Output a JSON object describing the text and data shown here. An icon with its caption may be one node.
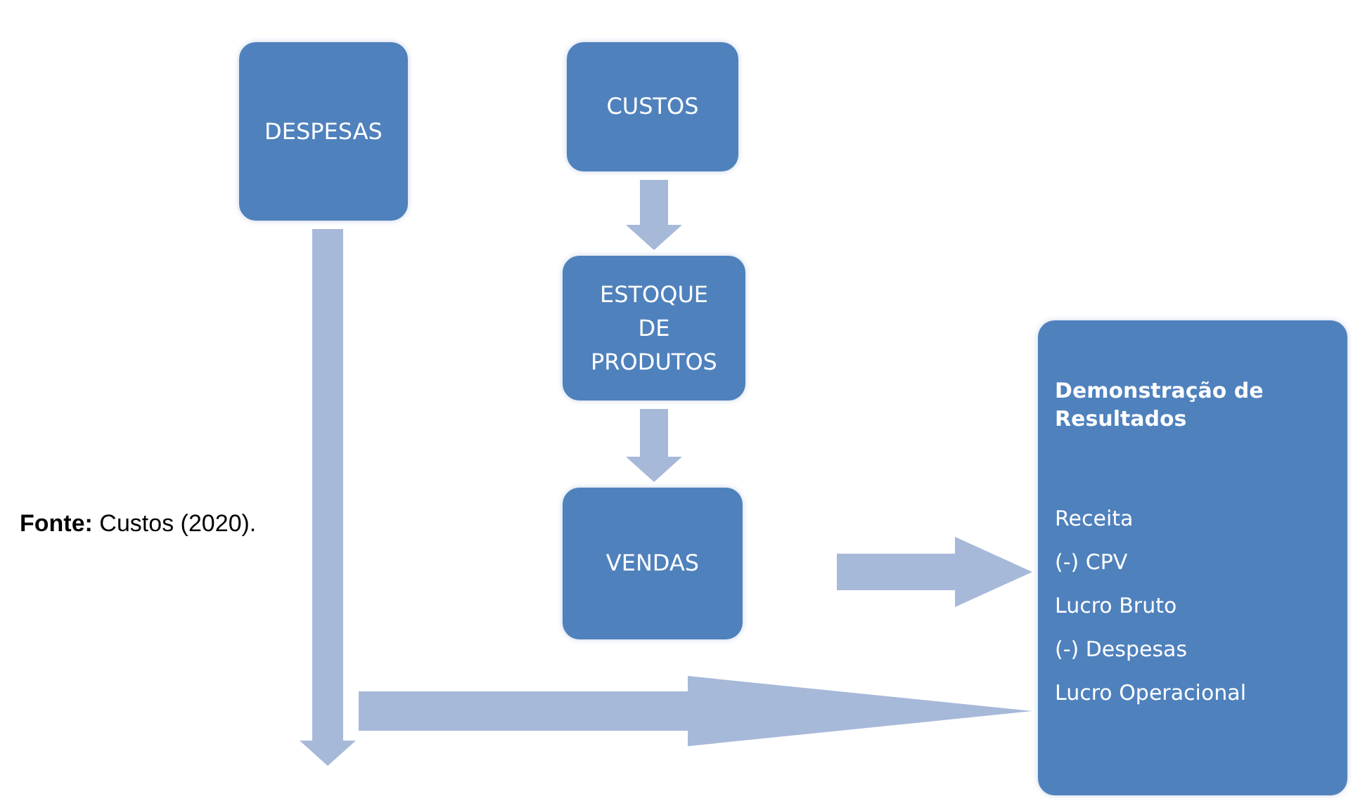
{
  "diagram": {
    "caption": "**Fonte:** Custos (2020).",
    "nodes": [
      {
        "text": [
          "DESPESAS"
        ]
      },
      {
        "text": [
          "CUSTOS"
        ]
      },
      {
        "text": [
          "ESTOQUE DE PRODUTOS"
        ]
      },
      {
        "text": [
          "VENDAS"
        ]
      },
      {
        "text": [
          "Demonstração de Resultados",
          "Receita",
          "(-) CPV",
          "Lucro Bruto",
          "(-) Despesas",
          "Lucro Operacional"
        ]
      }
    ],
    "edges": [
      {
        "from": 1,
        "to": 2,
        "arrow": "to"
      },
      {
        "from": 2,
        "to": 3,
        "arrow": "to"
      },
      {
        "from": 3,
        "to": 4,
        "arrow": "to"
      },
      {
        "from": 0,
        "to": null,
        "arrow": "to"
      },
      {
        "from": null,
        "to": 4,
        "arrow": "to"
      }
    ]
  }
}
